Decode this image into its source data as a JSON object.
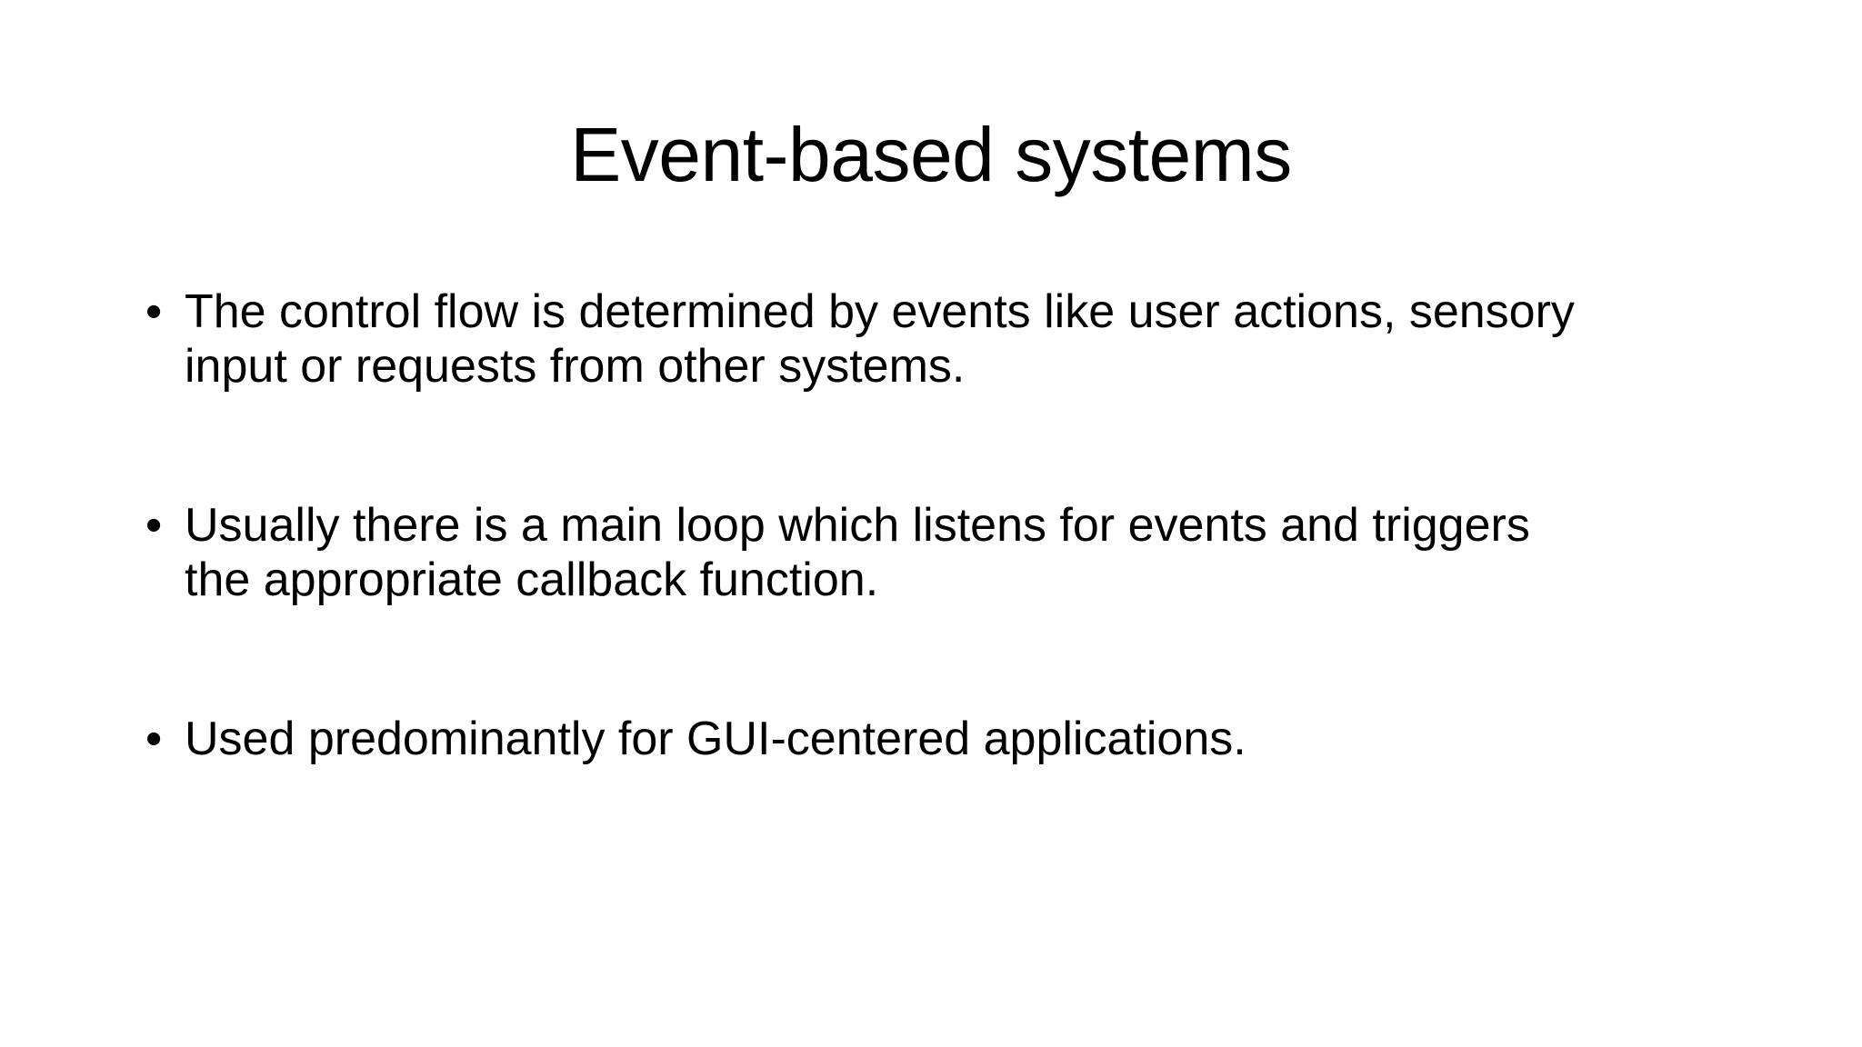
{
  "slide": {
    "title": "Event-based systems",
    "bullet_marker": "•",
    "bullets": [
      {
        "lines": [
          "The control flow is determined by events like user actions, sensory",
          "input or requests from other systems."
        ]
      },
      {
        "lines": [
          "Usually there is a main loop which listens for events and triggers",
          "the appropriate callback function."
        ]
      },
      {
        "lines": [
          "Used predominantly for GUI-centered applications."
        ]
      }
    ],
    "colors": {
      "background": "#ffffff",
      "text": "#000000"
    }
  }
}
